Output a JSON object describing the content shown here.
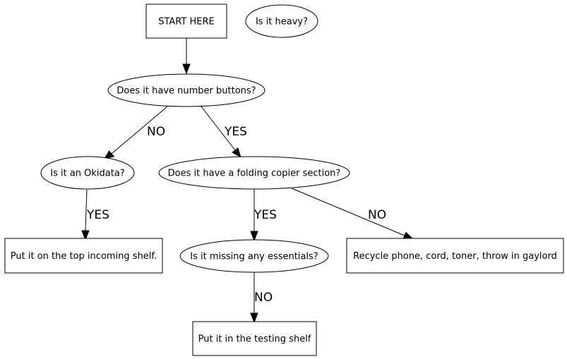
{
  "nodes": {
    "start": "START HERE",
    "heavy": "Is it heavy?",
    "number_buttons": "Does it have number buttons?",
    "okidata": "Is it an Okidata?",
    "folding_copier": "Does it have a folding copier section?",
    "top_shelf": "Put it on the top incoming shelf.",
    "missing_essentials": "Is it missing any essentials?",
    "recycle": "Recycle phone, cord, toner, throw in gaylord",
    "testing_shelf": "Put it in the testing shelf"
  },
  "edges": {
    "buttons_to_okidata": "NO",
    "buttons_to_folding": "YES",
    "okidata_to_top_shelf": "YES",
    "folding_to_missing": "YES",
    "folding_to_recycle": "NO",
    "missing_to_testing": "NO"
  }
}
